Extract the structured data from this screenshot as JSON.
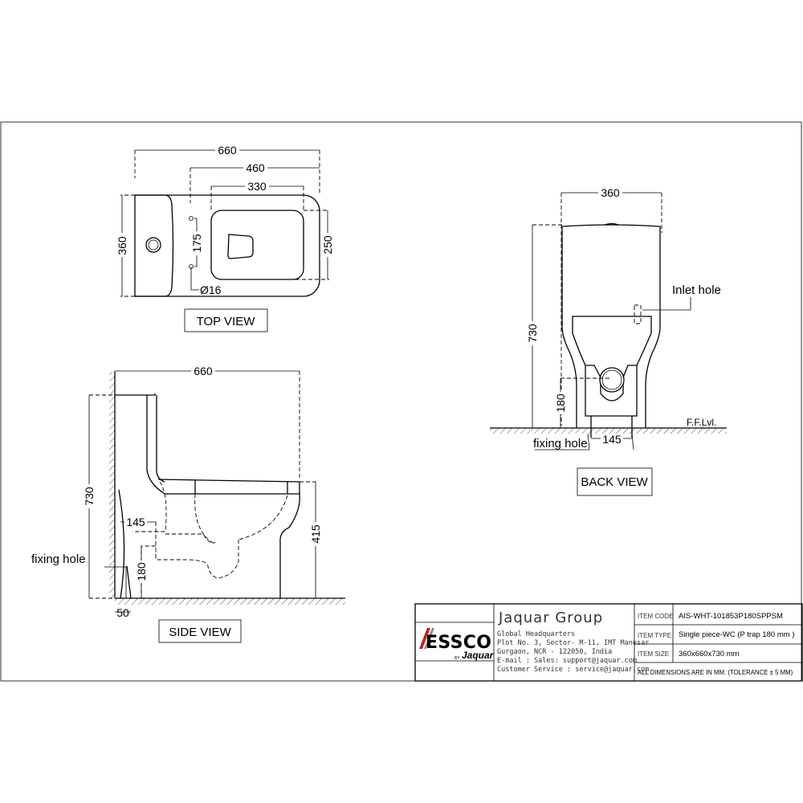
{
  "top_view": {
    "title": "TOP VIEW",
    "dims": {
      "overall_length": "660",
      "bowl_to_back": "460",
      "seat_length": "330",
      "width": "360",
      "seat_width": "250",
      "fixing_spacing": "175",
      "hole_dia": "Ø16"
    }
  },
  "side_view": {
    "title": "SIDE VIEW",
    "dims": {
      "length": "660",
      "height": "730",
      "seat_height": "415",
      "outlet_offset": "145",
      "outlet_height": "180",
      "fixing_offset": "50"
    },
    "fixing_label": "fixing hole"
  },
  "back_view": {
    "title": "BACK VIEW",
    "dims": {
      "width": "360",
      "height": "730",
      "outlet_height": "180",
      "fixing_spacing": "145"
    },
    "inlet_label": "Inlet hole",
    "fixing_label": "fixing hole",
    "floor_label": "F.F.Lvl."
  },
  "title_block": {
    "logo_text": "ESSCO by Jaquar",
    "company": "Jaquar Group",
    "address_lines": [
      "Global Headquarters",
      "Plot No. 3, Sector- M-11, IMT Manesar",
      "Gurgaon, NCR - 122050, India",
      "E-mail : Sales: support@jaquar.com",
      "Customer Service : service@jaquar.com"
    ],
    "item_code_label": "ITEM CODE",
    "item_code": "AIS-WHT-101853P180SPPSM",
    "item_type_label": "ITEM TYPE",
    "item_type": "Single piece-WC (P trap 180 mm )",
    "item_size_label": "ITEM SIZE",
    "item_size": "360x660x730 mm",
    "note": "ALL DIMENSIONS ARE IN MM. (TOLERANCE ± 5 MM)"
  }
}
